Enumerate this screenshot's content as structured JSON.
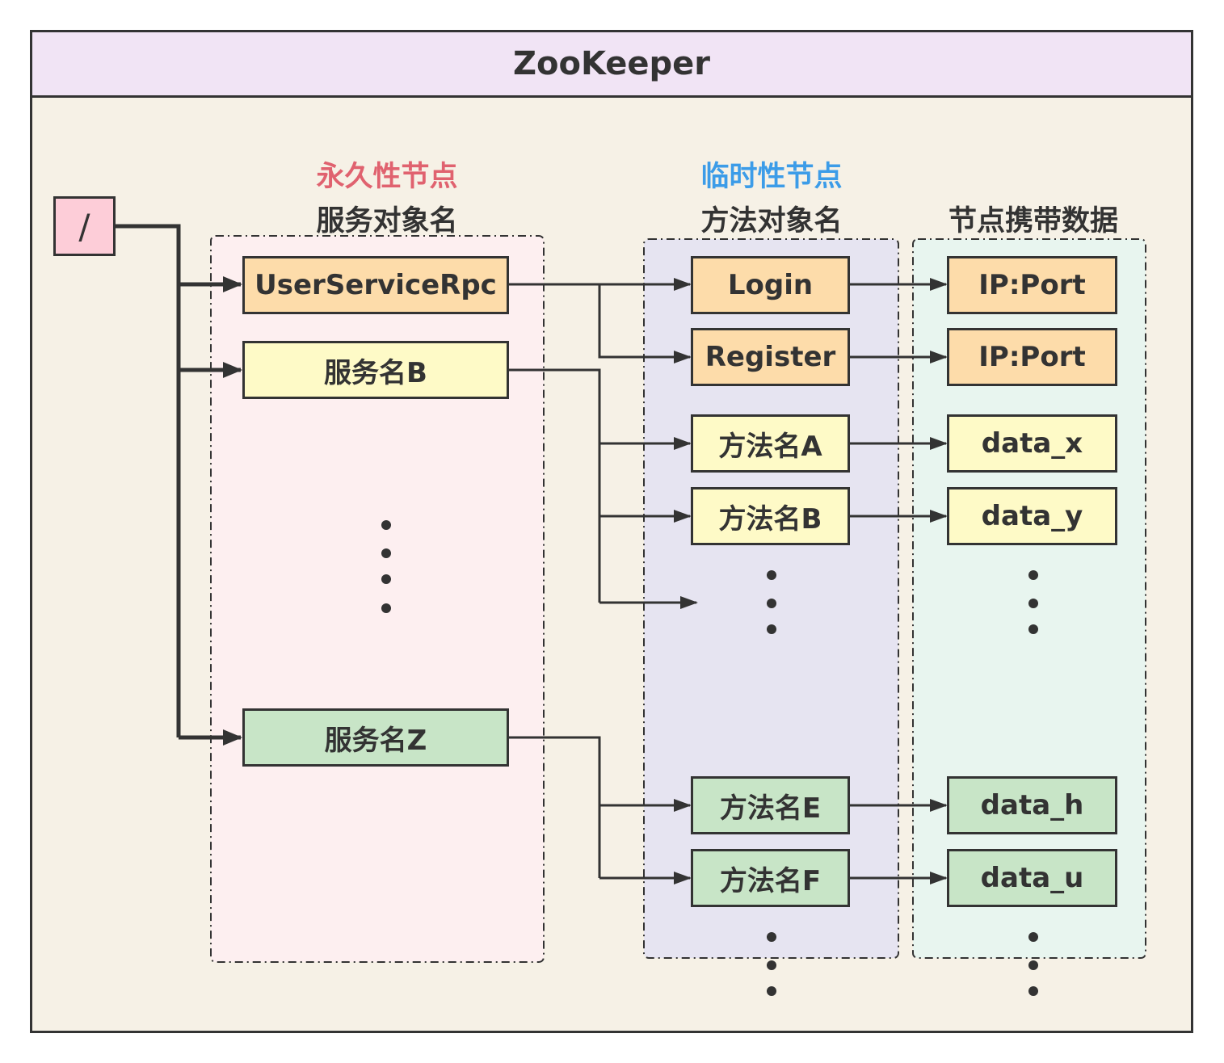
{
  "title": "ZooKeeper",
  "root": {
    "label": "/"
  },
  "columns": {
    "persistent": {
      "type_label": "永久性节点",
      "header": "服务对象名"
    },
    "ephemeral": {
      "type_label": "临时性节点",
      "header": "方法对象名"
    },
    "data": {
      "header": "节点携带数据"
    }
  },
  "services": [
    {
      "label": "UserServiceRpc"
    },
    {
      "label": "服务名B"
    },
    {
      "label": "服务名Z"
    }
  ],
  "methods": [
    {
      "label": "Login"
    },
    {
      "label": "Register"
    },
    {
      "label": "方法名A"
    },
    {
      "label": "方法名B"
    },
    {
      "label": "方法名E"
    },
    {
      "label": "方法名F"
    }
  ],
  "data_nodes": [
    {
      "label": "IP:Port"
    },
    {
      "label": "IP:Port"
    },
    {
      "label": "data_x"
    },
    {
      "label": "data_y"
    },
    {
      "label": "data_h"
    },
    {
      "label": "data_u"
    }
  ],
  "colors": {
    "frame_bg": "#f6f1e6",
    "title_bg": "#f1e4f5",
    "persistent_region": "#fdeff0",
    "ephemeral_region": "#e6e4f1",
    "data_region": "#e8f5ef",
    "orange_node": "#fddcaa",
    "yellow_node": "#fefac7",
    "green_node": "#c8e5c7",
    "root_node": "#fdcdd8",
    "persistent_label": "#e0626f",
    "ephemeral_label": "#3c9ce8"
  }
}
